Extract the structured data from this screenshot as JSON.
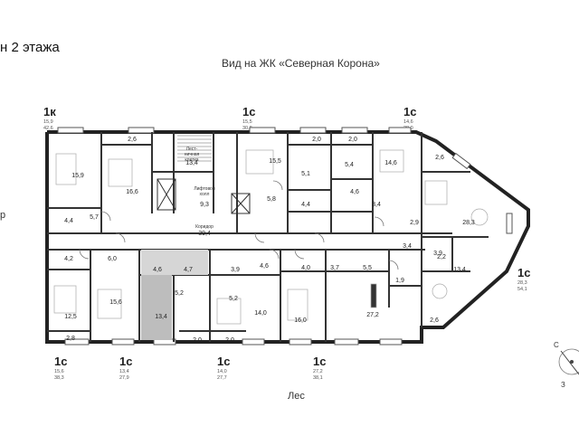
{
  "header": {
    "title": "н 2 этажа",
    "view_label": "Вид на ЖК «Северная Корона»"
  },
  "bottom_label": "Лес",
  "left_edge_text": "р",
  "compass": {
    "letter_c": "С",
    "letter_z": "З"
  },
  "units_top": [
    {
      "type": "1к",
      "living": "15,9",
      "total": "42,6"
    },
    {
      "type": "1с",
      "living": "15,5",
      "total": "30,8"
    },
    {
      "type": "1с",
      "living": "14,6",
      "total": "28,0"
    }
  ],
  "units_bottom": [
    {
      "type": "1с",
      "living": "15,6",
      "total": "38,3"
    },
    {
      "type": "1с",
      "living": "13,4",
      "total": "27,9"
    },
    {
      "type": "1с",
      "living": "14,0",
      "total": "27,7"
    },
    {
      "type": "1с",
      "living": "27,2",
      "total": "38,1"
    }
  ],
  "unit_right": {
    "type": "1с",
    "living": "28,3",
    "total": "54,1"
  },
  "rooms": {
    "r1": "15,9",
    "r2": "16,6",
    "r3": "2,6",
    "r4": "4,4",
    "r5": "5,7",
    "r6": "13,4",
    "r7": "9,3",
    "r8": "15,5",
    "r9": "5,1",
    "r10": "2,0",
    "r11": "2,0",
    "r12": "5,4",
    "r13": "14,6",
    "r14": "4,6",
    "r15": "5,8",
    "r16": "4,4",
    "r17": "3,4",
    "r18": "2,6",
    "r19": "28,3",
    "r20": "2,9",
    "r21": "3,9",
    "r22": "39,4",
    "r23": "4,2",
    "r24": "6,0",
    "r25": "4,6",
    "r26": "4,7",
    "r27": "3,9",
    "r28": "4,6",
    "r29": "4,0",
    "r30": "3,7",
    "r31": "5,5",
    "r32": "3,4",
    "r33": "2,2",
    "r34": "13,4",
    "r35": "12,5",
    "r36": "15,6",
    "r37": "5,2",
    "r38": "13,4",
    "r39": "5,2",
    "r40": "14,0",
    "r41": "16,0",
    "r42": "27,2",
    "r43": "1,9",
    "r44": "2,6",
    "r45": "2,8",
    "r46": "2,0",
    "r47": "2,0"
  },
  "room_notes": {
    "stair": "Лест-\nничная\nклетка",
    "lift_hall": "Лифтовой\nхолл",
    "corridor": "Коридор"
  }
}
